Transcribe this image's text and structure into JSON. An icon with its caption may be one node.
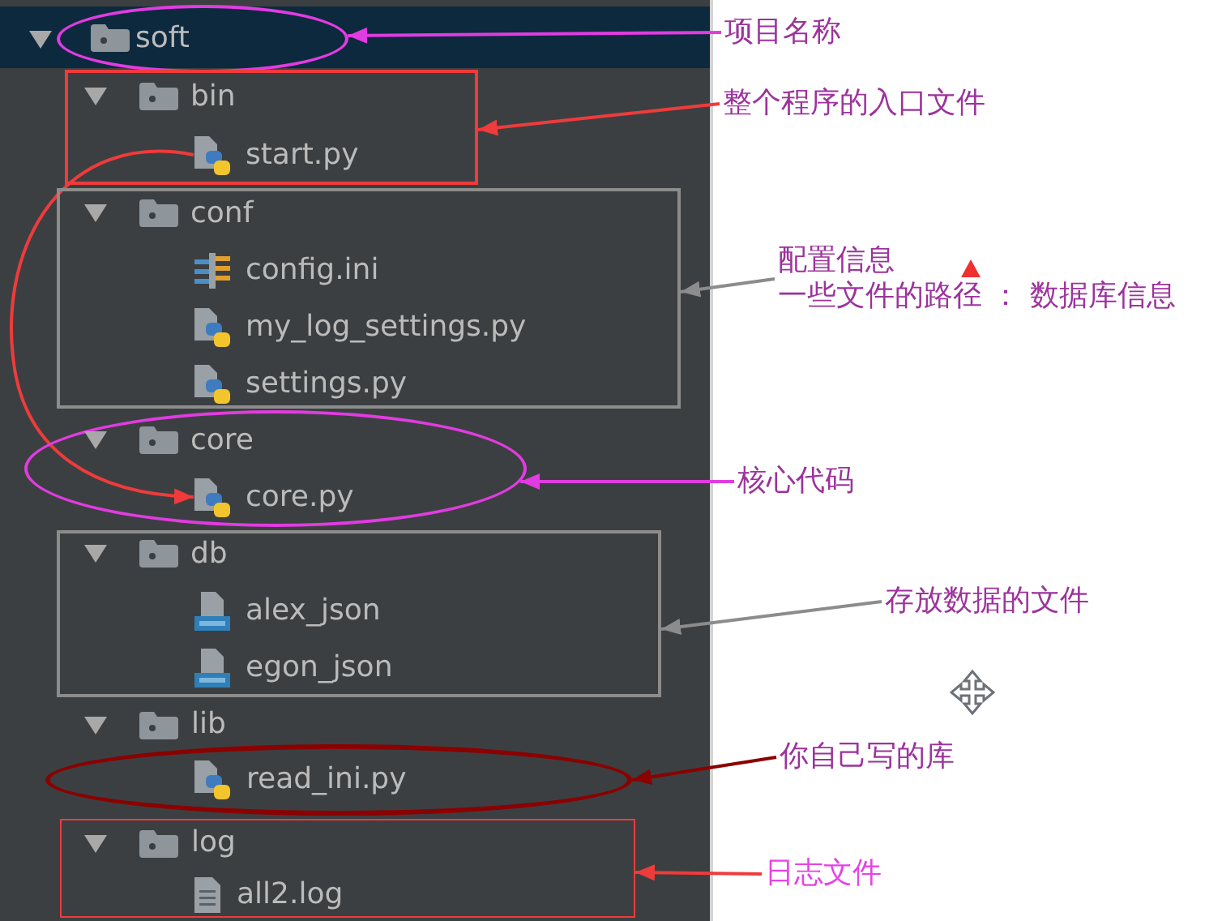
{
  "diagram": {
    "nodes": [
      {
        "text": [
          "soft"
        ]
      },
      {
        "text": [],
        "shape": "box"
      },
      {
        "text": [
          "bin"
        ],
        "in": 1
      },
      {
        "text": [
          "start.py"
        ],
        "in": 1
      },
      {
        "text": [],
        "shape": "box"
      },
      {
        "text": [
          "conf"
        ],
        "in": 4
      },
      {
        "text": [
          "config.ini"
        ],
        "in": 4
      },
      {
        "text": [
          "my_log_settings.py"
        ],
        "in": 4
      },
      {
        "text": [
          "settings.py"
        ],
        "in": 4
      },
      {
        "text": [],
        "shape": "ellipse"
      },
      {
        "text": [
          "core"
        ],
        "in": 9
      },
      {
        "text": [
          "core.py"
        ],
        "in": 9
      },
      {
        "text": [],
        "shape": "box"
      },
      {
        "text": [
          "db"
        ],
        "in": 12
      },
      {
        "text": [
          "alex_json"
        ],
        "in": 12
      },
      {
        "text": [
          "egon_json"
        ],
        "in": 12
      },
      {
        "text": [
          "lib"
        ]
      },
      {
        "text": [],
        "shape": "ellipse"
      },
      {
        "text": [
          "read_ini.py"
        ],
        "in": 17
      },
      {
        "text": [],
        "shape": "box"
      },
      {
        "text": [
          "log"
        ],
        "in": 19
      },
      {
        "text": [
          "all2.log"
        ],
        "in": 19
      },
      {
        "text": [
          "项目名称"
        ]
      },
      {
        "text": [
          "整个程序的入口文件"
        ]
      },
      {
        "text": [
          "配置信息",
          "一些文件的路径 ： 数据库信息"
        ]
      },
      {
        "text": [
          "核心代码"
        ]
      },
      {
        "text": [
          "存放数据的文件"
        ]
      },
      {
        "text": [
          "你自己写的库"
        ]
      },
      {
        "text": [
          "日志文件"
        ]
      }
    ],
    "edges": [
      {
        "from": 22,
        "to": 0,
        "arrow": "to",
        "color": "#e23be2"
      },
      {
        "from": 23,
        "to": 1,
        "arrow": "to"
      },
      {
        "from": 24,
        "to": 4,
        "arrow": "to",
        "color": "#8c8c8c"
      },
      {
        "from": 25,
        "to": 9,
        "arrow": "to",
        "color": "#e23be2"
      },
      {
        "from": 26,
        "to": 12,
        "arrow": "to",
        "color": "#8c8c8c"
      },
      {
        "from": 27,
        "to": 17,
        "arrow": "to",
        "color": "#8b0000"
      },
      {
        "from": 28,
        "to": 19,
        "arrow": "to"
      },
      {
        "from": 3,
        "to": 11,
        "arrow": "to"
      }
    ]
  }
}
